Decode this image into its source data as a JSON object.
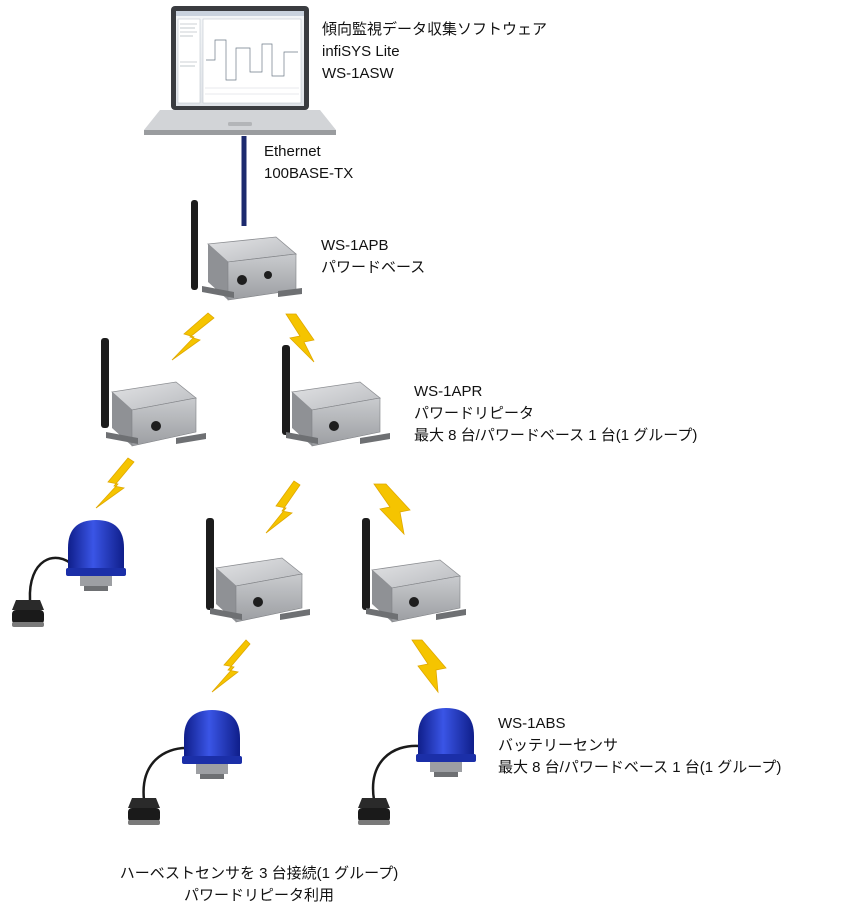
{
  "software": {
    "lines": [
      "傾向監視データ収集ソフトウェア",
      "infiSYS Lite",
      "WS-1ASW"
    ]
  },
  "connection": {
    "lines": [
      "Ethernet",
      "100BASE-TX"
    ]
  },
  "power_base": {
    "lines": [
      "WS-1APB",
      "パワードベース"
    ]
  },
  "power_repeater": {
    "lines": [
      "WS-1APR",
      "パワードリピータ",
      "最大 8 台/パワードベース 1 台(1 グループ)"
    ]
  },
  "battery_sensor": {
    "lines": [
      "WS-1ABS",
      "バッテリーセンサ",
      "最大 8 台/パワードベース 1 台(1 グループ)"
    ]
  },
  "footer": {
    "lines": [
      "ハーベストセンサを 3 台接続(1 グループ)",
      "パワードリピータ利用"
    ]
  },
  "colors": {
    "ethernet_cable": "#1c2a6e",
    "lightning": "#f5c400",
    "sensor_dome": "#1f36c8",
    "device_body": "#c7c9cc"
  }
}
